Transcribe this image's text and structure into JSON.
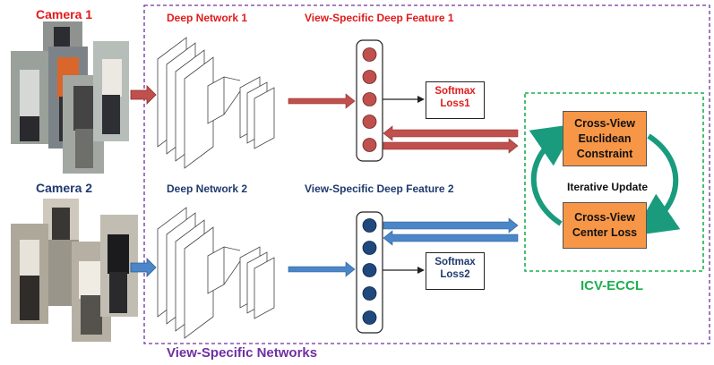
{
  "camera1": {
    "label": "Camera 1",
    "color": "#e11b1b"
  },
  "camera2": {
    "label": "Camera 2",
    "color": "#1f3a6e"
  },
  "network1": {
    "label": "Deep Network 1"
  },
  "network2": {
    "label": "Deep Network 2"
  },
  "feature1": {
    "label": "View-Specific Deep Feature 1",
    "node_color": "#c0504d"
  },
  "feature2": {
    "label": "View-Specific Deep Feature 2",
    "node_color": "#1f497d"
  },
  "loss1": {
    "line1": "Softmax",
    "line2": "Loss1",
    "color": "#e11b1b"
  },
  "loss2": {
    "line1": "Softmax",
    "line2": "Loss2",
    "color": "#1f3a6e"
  },
  "eccl": {
    "label": "ICV-ECCL",
    "constraint": {
      "line1": "Cross-View",
      "line2": "Euclidean",
      "line3": "Constraint"
    },
    "center_loss": {
      "line1": "Cross-View",
      "line2": "Center Loss"
    },
    "iterative": "Iterative Update",
    "box_color": "#f79646",
    "border_color": "#1fae4f"
  },
  "networks_box": {
    "label": "View-Specific Networks",
    "color": "#7030a0"
  },
  "arrow_colors": {
    "red": "#c0504d",
    "blue": "#4a86c8"
  }
}
